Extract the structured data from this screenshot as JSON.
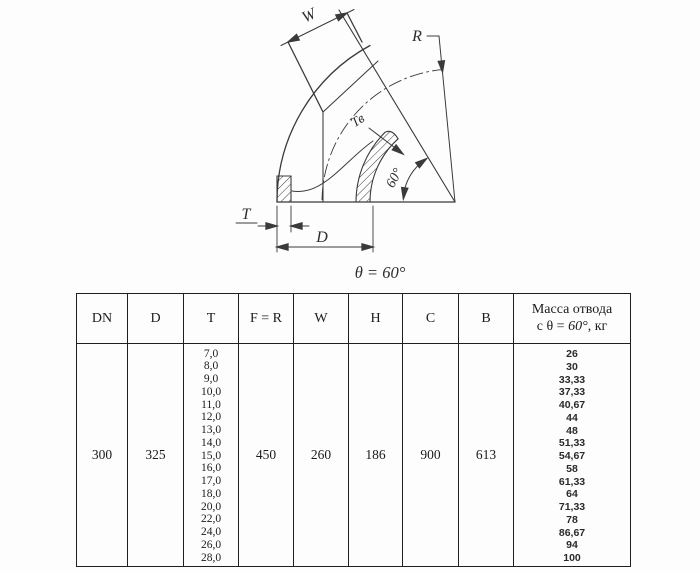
{
  "drawing": {
    "labels": {
      "w": "W",
      "r": "R",
      "tv": "Тв",
      "angle_arc": "60°",
      "t": "T",
      "d": "D",
      "theta_caption": "θ = 60°"
    },
    "line_color": "#3a3a3a"
  },
  "table": {
    "headers": [
      "DN",
      "D",
      "T",
      "F = R",
      "W",
      "H",
      "C",
      "B"
    ],
    "mass_header": {
      "line1": "Масса отвода",
      "line2_prefix": "с θ = ",
      "line2_angle": "60°",
      "line2_suffix": ", кг"
    },
    "row": {
      "dn": "300",
      "d": "325",
      "fr": "450",
      "w": "260",
      "h": "186",
      "c": "900",
      "b": "613"
    },
    "t_values": [
      "7,0",
      "8,0",
      "9,0",
      "10,0",
      "11,0",
      "12,0",
      "13,0",
      "14,0",
      "15,0",
      "16,0",
      "17,0",
      "18,0",
      "20,0",
      "22,0",
      "24,0",
      "26,0",
      "28,0"
    ],
    "mass_values": [
      "26",
      "30",
      "33,33",
      "37,33",
      "40,67",
      "44",
      "48",
      "51,33",
      "54,67",
      "58",
      "61,33",
      "64",
      "71,33",
      "78",
      "86,67",
      "94",
      "100"
    ]
  }
}
